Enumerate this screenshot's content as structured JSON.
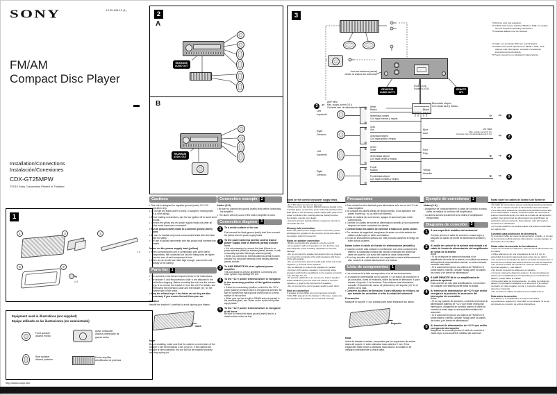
{
  "page": {
    "brand": "SONY",
    "part_no": "4-190-843-12 (1)",
    "title": "FM/AM\nCompact Disc Player",
    "subtitle_en": "Installation/Connections",
    "subtitle_es": "Instalación/Conexiones",
    "model": "CDX-GT25MPW",
    "copyright": "©2010 Sony Corporation   Printed in Thailand",
    "url": "http://www.sony.net/"
  },
  "box2": {
    "badge": "2",
    "label_a": "A",
    "label_b": "B",
    "audio_out": "REAR/SUB\nAUDIO OUT"
  },
  "box3": {
    "badge": "3",
    "antenna_label": "from car antenna (aerial)\ndesde la antena del automóvil",
    "audio_out": "REAR/SUB\nAUDIO OUT*2",
    "fuse": "Fuse (10 A)\nFusible (10 A)",
    "remote_in": "REMOTE\nIN*3",
    "blue_white": "Blue/white striped\nCon rayas azul y blanco",
    "amp_rem_num": "3",
    "amp_rem_arrow": "⇐",
    "amp_rem": "AMP REM\nMax. supply current 0.3 A\nCorriente máx. de alimentación de 0,3 A",
    "plus_sym": "⊕",
    "minus_sym": "⊖",
    "footnotes_en": [
      "*1 RCA pin cord (not supplied)",
      "*2 AUDIO OUT can be switched REAR or SUB. For details, see the supplied Operating Instructions.",
      "*3 Separate adapter may be required."
    ],
    "footnotes_es": [
      "*1 Cable con terminales RCA (no suministrado)",
      "*2 AUDIO OUT puede ajustarse en REAR o SUB. Para obtener más información, consulte el manual de instrucciones suministrado.",
      "*3 Puede requerirse un adaptador independiente."
    ],
    "speaker_rows": [
      {
        "pos": "Left\nIzquierdo",
        "plus": "White\nBlanco",
        "minus": "White/black striped\nCon rayas blancas y negras"
      },
      {
        "pos": "Right\nDerecho",
        "plus": "Gray\nGris",
        "minus": "Gray/black striped\nCon rayas grises y negras"
      },
      {
        "pos": "Left\nIzquierdo",
        "plus": "Green\nVerde",
        "minus": "Green/black striped\nCon rayas verdes y negras"
      },
      {
        "pos": "Right\nDerecho",
        "plus": "Purple\nMorado",
        "minus": "Purple/black striped\nCon rayas moradas y negras"
      }
    ],
    "power_rows": [
      {
        "color": "Black\nNegro",
        "sym": "⊖",
        "extra": "",
        "num": "1"
      },
      {
        "color": "Blue\nAzul",
        "sym": "",
        "extra": "ANT REM\nMax. supply current 0.1 A\nCorriente máx. de alimentación de 0,1 A",
        "num": "2"
      },
      {
        "color": "Red\nRojo",
        "sym": "⊕",
        "extra": "",
        "num": "4"
      },
      {
        "color": "Yellow\nAmarillo",
        "sym": "⊕",
        "extra": "",
        "num": "5"
      }
    ]
  },
  "box1": {
    "badge": "1",
    "nums": [
      "1",
      "2",
      "3",
      "4",
      "5"
    ],
    "qty": "× 2"
  },
  "equipment": {
    "title_en": "Equipment used in illustrations (not supplied)",
    "title_es": "Equipo utilizado en las ilustraciones (no suministrado)",
    "items": [
      {
        "label": "Front speaker\nAltavoz frontal"
      },
      {
        "label": "Active subwoofer\nAltavoz potenciador de\ngraves activo"
      },
      {
        "label": "Rear speaker\nAltavoz posterior"
      },
      {
        "label": "Power amplifier\nAmplificador de potencia"
      }
    ]
  },
  "cautions": {
    "title": "Cautions",
    "bullets": [
      "This unit is designed for negative ground (earth) 12 V DC operation only.",
      "Do not get the leads under a screw, or caught in moving parts (e.g. seat railing).",
      "Before making connections, turn the car ignition off to avoid short circuits.",
      "Connect the yellow and red power supply leads only after all other leads have been connected.",
      "Run all ground (earth) leads to a common ground (earth) point.",
      "Be sure to insulate any loose unconnected leads with electrical tape for safety.",
      "The use of optical instruments with this product will increase eye hazard."
    ],
    "notes_title": "Notes on the power supply lead (yellow)",
    "notes": [
      "When connecting this unit in combination with other stereo components, the connected car circuit’s rating must be higher than the sum of each component’s fuse.",
      "When no car circuits are rated high enough, connect the unit directly to the battery."
    ]
  },
  "parts_list": {
    "title": "Parts list",
    "badge": "1",
    "bullets": [
      "The numbers in the list are keyed to those in the instructions.",
      "The bracket ① and the protection collar ③ are attached to the unit before shipping. Before mounting the unit, use the release keys ④ to remove the bracket ① from the unit. For details, see “Removing the protection collar and the bracket (④)” on the reverse side of the sheet.",
      "Keep the release keys ④ for future use as they are also necessary if you remove the unit from your car."
    ],
    "caution_title": "Caution",
    "caution_body": "Handle the bracket ① carefully to avoid injuring your fingers.",
    "catch_label": "Catch",
    "note_title": "Note",
    "note_body": "Before installing, make sure that the catches on both sides of the bracket ① are bent inwards 2 mm (3/32 in). If the catches are straight or bent outwards, the unit will not be installed securely and may spring out."
  },
  "connection_example": {
    "title": "Connection example",
    "badge": "2",
    "notes_title": "Notes (2-A)",
    "notes": [
      "Be sure to connect the ground (earth) lead before connecting the amplifier.",
      "The alarm will only sound if the built-in amplifier is used."
    ]
  },
  "connection_diagram": {
    "title": "Connection diagram",
    "badge": "3",
    "items": [
      {
        "num": "1",
        "title": "To a metal surface of the car",
        "body": "First connect the black ground (earth) lead, then connect the yellow and red power supply leads."
      },
      {
        "num": "2",
        "title": "To the power antenna (aerial) control lead or power supply lead of antenna (aerial) booster",
        "body": "Notes\n• It is not necessary to connect this lead if there is no power antenna (aerial) or antenna (aerial) booster, or with a manually-operated telescopic antenna (aerial).\n• When you connect an external antenna (aerial) booster, connect it to the power terminal of the existing antenna (aerial) booster."
      },
      {
        "num": "3",
        "title": "To AMP REMOTE IN of an optional power amplifier",
        "body": "This connection is only for amplifiers. Connecting any other system may damage the unit."
      },
      {
        "num": "4",
        "title": "To the +12 V power terminal which is energized in the accessory position of the ignition switch",
        "body": "Notes\n• If there is no accessory position, connect to the +12 V power (battery) terminal which is energized at all times. Be sure to connect the black ground (earth) lead to a metal surface of the car first.\n• When your car has a built-in FM/AM antenna (aerial) in the rear/side glass, see “Notes on the control and power supply leads.”"
      },
      {
        "num": "5",
        "title": "To the +12 V power terminal which is energized at all times",
        "body": "Be sure to connect the black ground (earth) lead to a metal surface of the car first."
      }
    ]
  },
  "notes_en": {
    "sections": [
      {
        "h": "Notes on the control and power supply leads",
        "body": "• The power antenna (aerial) control lead (blue) supplies +12 V DC when you turn on the tuner.\n• When your car has built-in FM/AM antenna (aerial) in the rear/side glass, connect the power antenna (aerial) control lead (blue) or the accessory power supply lead (red) to the power terminal of the existing antenna (aerial) booster. For details, consult your dealer.\n• A power antenna (aerial) without a relay box cannot be used with this unit."
      },
      {
        "h": "Memory hold connection",
        "body": "When the yellow power supply lead is connected, power will always be supplied to the memory circuit even when the ignition switch is turned off."
      },
      {
        "h": "Notes on speaker connection",
        "body": "• Before connecting the speakers, turn the unit off.\n• Use speakers with an impedance of 4 to 8 ohms, and with adequate power handling capacities to avoid its damage.\n• Do not connect the speaker terminals to the car chassis, or connect the terminals of the right speakers with those of the left speaker.\n• Do not connect the ground (earth) lead of this unit to the negative (–) terminal of the speaker.\n• Do not attempt to connect the speakers in parallel.\n• Connect only passive speakers. Connecting active speakers (with built-in amplifiers) to the speaker terminals may damage the unit.\n• To avoid a malfunction, do not use the built-in speaker leads installed in your car if the unit shares a common negative (–) lead for the right and left speakers.\n• Do not connect the unit’s speaker leads to each other."
      },
      {
        "h": "Note on connection",
        "body": "If speaker and amplifier are not connected correctly, “FAILURE” appears in the display. In this case, make sure the speaker and amplifier are connected correctly."
      }
    ]
  },
  "precauciones": {
    "title": "Precauciones",
    "bullets": [
      "Esta unidad ha sido diseñada para alimentarse sólo con cc de 12 V de masa negativa.",
      "No coloque los cables debajo de ningún tornillo, ni los aprisione con partes móviles (p. ej. los raíles del asiento).",
      "Antes de realizar las conexiones, apague el automóvil para evitar cortocircuitos.",
      "Conecte los cables de fuente de alimentación amarillo y rojo solamente después de haber conectado los demás.",
      "Conecte todos los cables de conexión a masa a un punto común.",
      "Por razones de seguridad, asegúrese de aislar con cinta aislante los cables sueltos que no estén conectados.",
      "El uso de instrumentos ópticos con este producto aumenta el riesgo de sufrir daños oculares."
    ],
    "notes_title": "Notas sobre el cable de fuente de alimentación (amarillo)",
    "notes": [
      "Cuando conecte esta unidad en combinación con otros componentes estéreo, la capacidad nominal del circuito conectado del automóvil debe ser superior a la suma del fusible de cada componente.",
      "Si no hay circuitos del automóvil con capacidad nominal suficientemente alta, conecte la unidad directamente a la batería."
    ]
  },
  "lista": {
    "title": "Lista de componentes",
    "badge": "1",
    "bullets": [
      "Los números de la lista corresponden a los de las instrucciones.",
      "La unidad se comercializa con el soporte ① y el marco de protección ③ ya colocados. Antes de montarla, utilice las llaves de liberación ④ para extraer el soporte ① de la misma. Para obtener más información, consulte “Extracción del marco de protección y del soporte (④)” en el reverso de la hoja.",
      "Conserve las llaves de liberación ④ para utilizarlas en el futuro, ya que también las necesitará si retira la unidad del automóvil."
    ],
    "caution_title": "Precaución",
    "caution_body": "Manipule el soporte ① con cuidado para evitar lesionarse los dedos.",
    "catch_label": "Enganche",
    "note_title": "Nota",
    "note_body": "Antes de instalar la unidad, compruebe que los enganches de ambos lados del soporte ① estén doblados hacia adentro 2 mm. Si los enganches están rectos o doblados hacia afuera, la unidad no se instalará correctamente y podría saltar."
  },
  "ejemplo": {
    "title": "Ejemplo de conexiones",
    "badge": "2",
    "notes_title": "Notas (2-A)",
    "notes": [
      "Asegúrese de conectar primero el cable de conexión a masa antes de realizar la conexión del amplificador.",
      "La alarma sonará únicamente si se utiliza el amplificador incorporado."
    ]
  },
  "diagrama": {
    "title": "Diagrama de conexión",
    "badge": "3",
    "items": [
      {
        "num": "1",
        "title": "A una superficie metálica del automóvil",
        "body": "Conecte primero el cable de conexión a masa negro, y después los cables de fuente de alimentación amarillo y rojo."
      },
      {
        "num": "2",
        "title": "Al cable de control de la antena motorizada o al cable de fuente de alimentación del amplificador de señal de la antena",
        "body": "Notas\n• Si no se dispone de antena motorizada ni de amplificador de señal de la antena, o se utiliza una antena telescópica de accionamiento manual, no será necesario conectar este cable.\n• Si el automóvil incorpora una antena de FM/AM en el cristal trasero o lateral, consulte “Notas sobre los cables de control y de fuente de alimentación”."
      },
      {
        "num": "3",
        "title": "A AMP REMOTE IN de un amplificador de potencia opcional",
        "body": "Esta conexión es sólo para amplificadores. La conexión de cualquier otro sistema puede dañar la unidad."
      },
      {
        "num": "4",
        "title": "Al terminal de alimentación de +12 V que recibe energía en la posición de accesorio del interruptor de encendido",
        "body": "Notas\n• Si no hay posición de accesorio, conéctelo al terminal de alimentación (batería) de +12 V que recibe energía sin interrupción. Asegúrese de conectar primero el cable de conexión a masa negro a una superficie metálica del automóvil.\n• Si el automóvil incorpora una antena de FM/AM en el cristal trasero o lateral, consulte “Notas sobre los cables de control y de fuente de alimentación”."
      },
      {
        "num": "5",
        "title": "Al terminal de alimentación de +12 V que recibe energía sin interrupción",
        "body": "Asegúrese de conectar primero el cable de conexión a masa negro a una superficie metálica del automóvil."
      }
    ]
  },
  "notas_es": {
    "sections": [
      {
        "h": "Notas sobre los cables de control y de fuente de alimentación",
        "body": "• El cable de control de la antena motorizada (azul) suministrará cc de +12 V cuando conecte la alimentación del sintonizador.\n• Si el automóvil dispone de una antena de FM/AM incorporada en el cristal trasero o lateral, conecte el cable de control de la antena motorizada (azul) o el cable de entrada de alimentación auxiliar (rojo) al terminal de alimentación del amplificador de señal de la antena existente. Para obtener más información, consulte a su distribuidor.\n• Con esta unidad no es posible utilizar una antena motorizada sin caja de relé."
      },
      {
        "h": "Conexión para protección de la memoria",
        "body": "Si conecta el cable de fuente de alimentación amarillo, el circuito de la memoria recibirá siempre alimentación, aunque apague el interruptor de encendido."
      },
      {
        "h": "Notas sobre la conexión de los altavoces",
        "body": "• Antes de conectar los altavoces, desconecte la alimentación de la unidad.\n• Utilice altavoces con una impedancia de 4 a 8 Ω con la capacidad de potencia adecuada para evitar que se dañen.\n• No conecte los terminales de altavoz al chasis del automóvil, ni conecte los terminales del altavoz derecho con los del izquierdo.\n• No conecte el cable de conexión a masa de esta unidad al terminal negativo (–) del altavoz.\n• No intente conectar los altavoces en paralelo.\n• Conecte solamente altavoces pasivos. Si conecta altavoces activos (con amplificadores incorporados) a los terminales de altavoz, puede dañar la unidad.\n• Para evitar fallas de funcionamiento, no utilice los cables de altavoz incorporados instalados en el automóvil si la unidad comparte un cable negativo común (–) para los altavoces derecho e izquierdo.\n• No conecte los cables de altavoz de la unidad entre sí."
      },
      {
        "h": "Nota sobre la conexión",
        "body": "Si el altavoz y el amplificador no están conectados correctamente, aparecerá “FAILURE” en la pantalla. Si es así, compruebe la conexión de ambos dispositivos."
      }
    ]
  }
}
